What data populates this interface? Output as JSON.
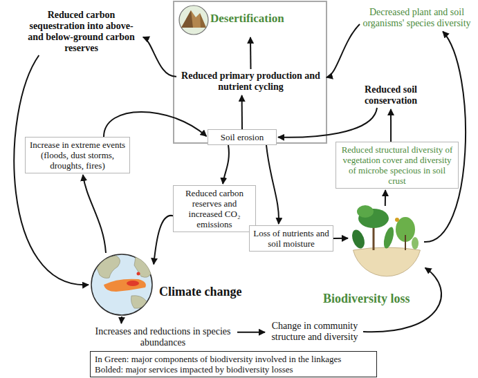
{
  "diagram": {
    "nodes": [
      {
        "text": [
          "Desertification"
        ]
      },
      {
        "text": [
          "Reduced carbon sequestration into above- and below-ground carbon reserves"
        ]
      },
      {
        "text": [
          "Decreased plant and soil organisms' species diversity"
        ]
      },
      {
        "text": [
          "Reduced primary production and nutrient cycling"
        ]
      },
      {
        "text": [
          "Reduced soil conservation"
        ]
      },
      {
        "text": [
          "Soil erosion"
        ]
      },
      {
        "text": [
          "Increase in extreme events (floods, dust storms, droughts, fires)"
        ]
      },
      {
        "text": [
          "Reduced structural diversity of vegetation cover and diversity of microbe specious in soil crust"
        ]
      },
      {
        "text": [
          "Reduced carbon reserves and increased CO₂ emissions"
        ]
      },
      {
        "text": [
          "Loss of nutrients and soil moisture"
        ]
      },
      {
        "text": [
          "Climate change"
        ]
      },
      {
        "text": [
          "Biodiversity loss"
        ]
      },
      {
        "text": [
          "Increases and reductions in species abundances"
        ]
      },
      {
        "text": [
          "Change in community structure and diversity"
        ]
      }
    ],
    "edges": [
      {
        "from": 3,
        "to": 0,
        "arrow": "to"
      },
      {
        "from": 5,
        "to": 3,
        "arrow": "to"
      },
      {
        "from": 3,
        "to": 1,
        "arrow": "to"
      },
      {
        "from": 1,
        "to": 10,
        "arrow": "to"
      },
      {
        "from": 10,
        "to": 6,
        "arrow": "to"
      },
      {
        "from": 6,
        "to": 5,
        "arrow": "to"
      },
      {
        "from": 5,
        "to": 8,
        "arrow": "to"
      },
      {
        "from": 8,
        "to": 10,
        "arrow": "to"
      },
      {
        "from": 5,
        "to": 9,
        "arrow": "to"
      },
      {
        "from": 9,
        "to": 11,
        "arrow": "to"
      },
      {
        "from": 4,
        "to": 5,
        "arrow": "to"
      },
      {
        "from": 7,
        "to": 4,
        "arrow": "to"
      },
      {
        "from": 11,
        "to": 7,
        "arrow": "to"
      },
      {
        "from": 11,
        "to": 2,
        "arrow": "to"
      },
      {
        "from": 2,
        "to": 3,
        "arrow": "to"
      },
      {
        "from": 10,
        "to": 12,
        "arrow": "to"
      },
      {
        "from": 12,
        "to": 13,
        "arrow": "to"
      },
      {
        "from": 13,
        "to": 11,
        "arrow": "to"
      }
    ],
    "legend": [
      {
        "text": "In Green: major components of biodiversity involved in the linkages"
      },
      {
        "text": "Bolded: major services impacted by biodiversity losses"
      }
    ]
  }
}
